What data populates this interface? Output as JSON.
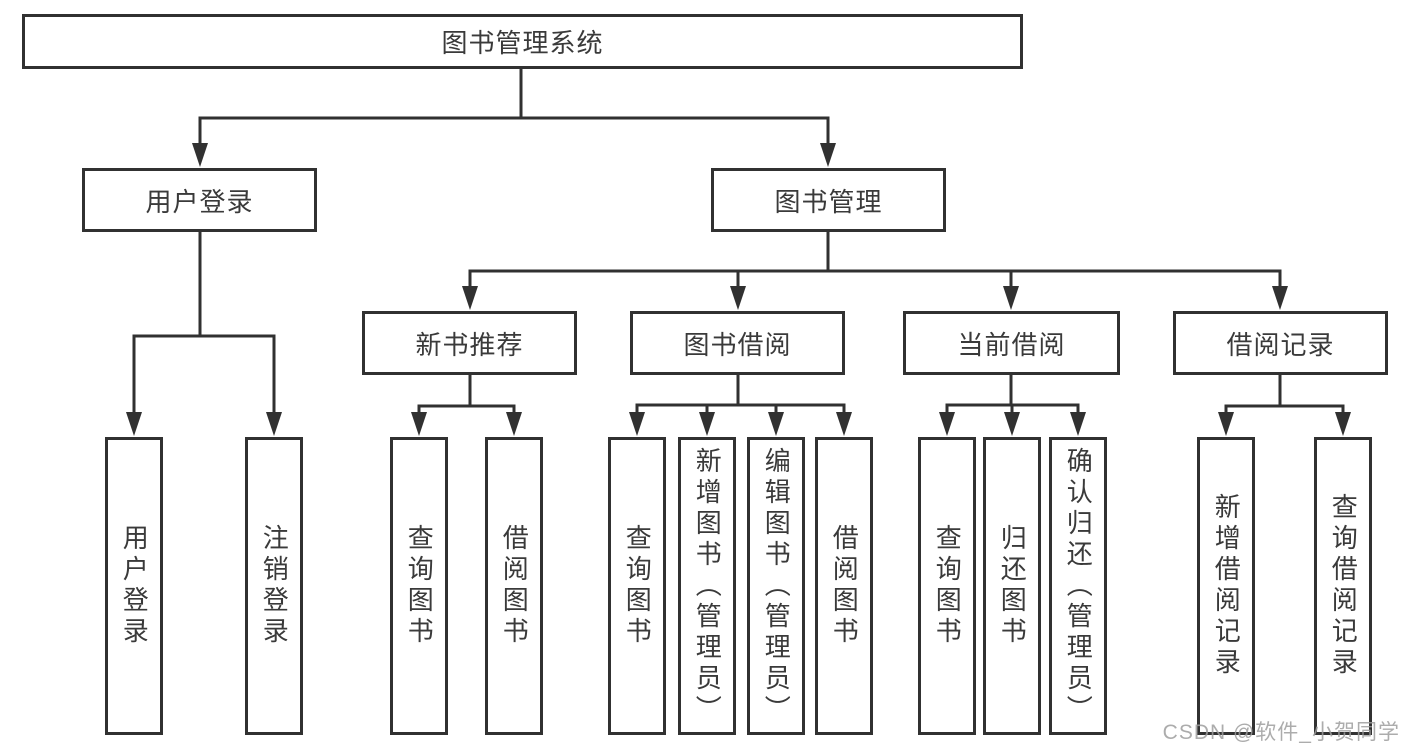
{
  "diagram": {
    "type": "hierarchy-tree",
    "tree": {
      "root": {
        "label": "图书管理系统"
      },
      "children": [
        {
          "label": "用户登录",
          "children": [
            {
              "label": "用户登录"
            },
            {
              "label": "注销登录"
            }
          ]
        },
        {
          "label": "图书管理",
          "children": [
            {
              "label": "新书推荐",
              "children": [
                {
                  "label": "查询图书"
                },
                {
                  "label": "借阅图书"
                }
              ]
            },
            {
              "label": "图书借阅",
              "children": [
                {
                  "label": "查询图书"
                },
                {
                  "label": "新增图书（管理员）"
                },
                {
                  "label": "编辑图书（管理员）"
                },
                {
                  "label": "借阅图书"
                }
              ]
            },
            {
              "label": "当前借阅",
              "children": [
                {
                  "label": "查询图书"
                },
                {
                  "label": "归还图书"
                },
                {
                  "label": "确认归还（管理员）"
                }
              ]
            },
            {
              "label": "借阅记录",
              "children": [
                {
                  "label": "新增借阅记录"
                },
                {
                  "label": "查询借阅记录"
                }
              ]
            }
          ]
        }
      ]
    },
    "colors": {
      "line": "#313131",
      "box_border": "#313131",
      "text": "#3a3a3a",
      "background": "#ffffff",
      "watermark": "#9e9e9e"
    },
    "watermark": {
      "text": "CSDN @软件_小贺同学"
    }
  }
}
